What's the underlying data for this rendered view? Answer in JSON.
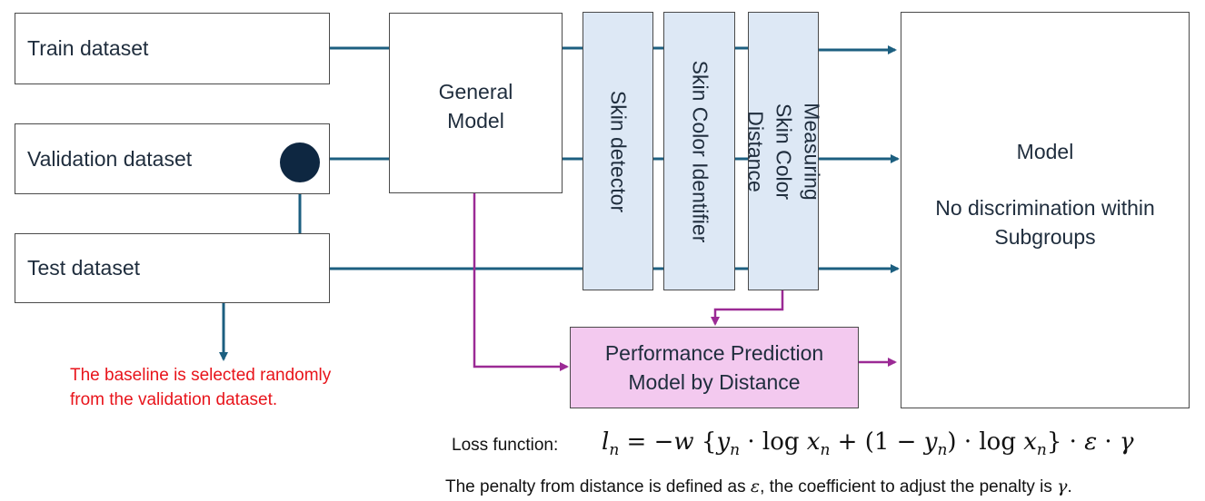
{
  "datasets": {
    "train": "Train dataset",
    "validation": "Validation dataset",
    "test": "Test dataset"
  },
  "general_model": "General\nModel",
  "stages": {
    "skin_detector": "Skin detector",
    "skin_color_identifier": "Skin Color Identifier",
    "measuring_distance": "Measuring Skin Color\nDistance"
  },
  "performance_model": "Performance Prediction\nModel by Distance",
  "final_model": {
    "title": "Model",
    "subtitle": "No discrimination within\nSubgroups"
  },
  "baseline_note": "The baseline is selected randomly\nfrom the validation dataset.",
  "loss": {
    "label": "Loss function:",
    "formula_left": "l",
    "formula_sub": "n",
    "formula_rest": "= −w {y",
    "penalty_prefix": "The penalty from distance is defined as ",
    "epsilon": "ε",
    "penalty_middle": ", the coefficient to adjust the penalty is ",
    "gamma": "γ",
    "penalty_end": "."
  },
  "colors": {
    "flow": "#1c5f80",
    "perf": "#9b2a95",
    "note": "#e8141b",
    "stage_fill": "#dde8f5",
    "perf_fill": "#f3c9ef",
    "dot": "#0e2741"
  }
}
